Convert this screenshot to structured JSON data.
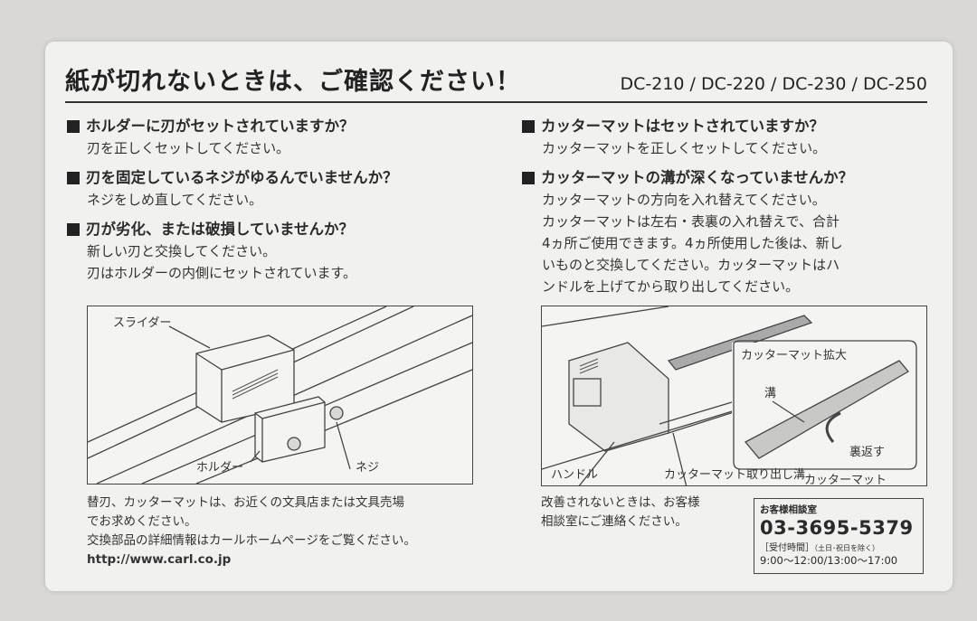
{
  "title": "紙が切れないときは、ご確認ください！",
  "models": "DC-210 / DC-220 / DC-230 / DC-250",
  "left_questions": [
    {
      "heading": "ホルダーに刃がセットされていますか？",
      "body": [
        "刃を正しくセットしてください。"
      ]
    },
    {
      "heading": "刃を固定しているネジがゆるんでいませんか？",
      "body": [
        "ネジをしめ直してください。"
      ]
    },
    {
      "heading": "刃が劣化、または破損していませんか？",
      "body": [
        "新しい刃と交換してください。",
        "刃はホルダーの内側にセットされています。"
      ]
    }
  ],
  "right_questions": [
    {
      "heading": "カッターマットはセットされていますか？",
      "body": [
        "カッターマットを正しくセットしてください。"
      ]
    },
    {
      "heading": "カッターマットの溝が深くなっていませんか？",
      "body": [
        "カッターマットの方向を入れ替えてください。",
        "カッターマットは左右・表裏の入れ替えで、合計",
        "4ヵ所ご使用できます。4ヵ所使用した後は、新し",
        "いものと交換してください。カッターマットはハ",
        "ンドルを上げてから取り出してください。"
      ]
    }
  ],
  "fig_left": {
    "slider": "スライダー",
    "holder": "ホルダー",
    "screw": "ネジ"
  },
  "fig_right": {
    "mat_enlarged": "カッターマット拡大",
    "groove": "溝",
    "flip": "裏返す",
    "mat": "カッターマット",
    "handle": "ハンドル",
    "mat_slot": "カッターマット取り出し溝"
  },
  "footer_left": [
    "替刃、カッターマットは、お近くの文具店または文具売場",
    "でお求めください。",
    "交換部品の詳細情報はカールホームページをご覧ください。"
  ],
  "url": "http://www.carl.co.jp",
  "footer_right": [
    "改善されないときは、お客様",
    "相談室にご連絡ください。"
  ],
  "contact": {
    "label": "お客様相談室",
    "phone": "03-3695-5379",
    "hours_label": "［受付時間］",
    "hours_note": "（土日･祝日を除く）",
    "hours": "9:00～12:00/13:00～17:00"
  }
}
